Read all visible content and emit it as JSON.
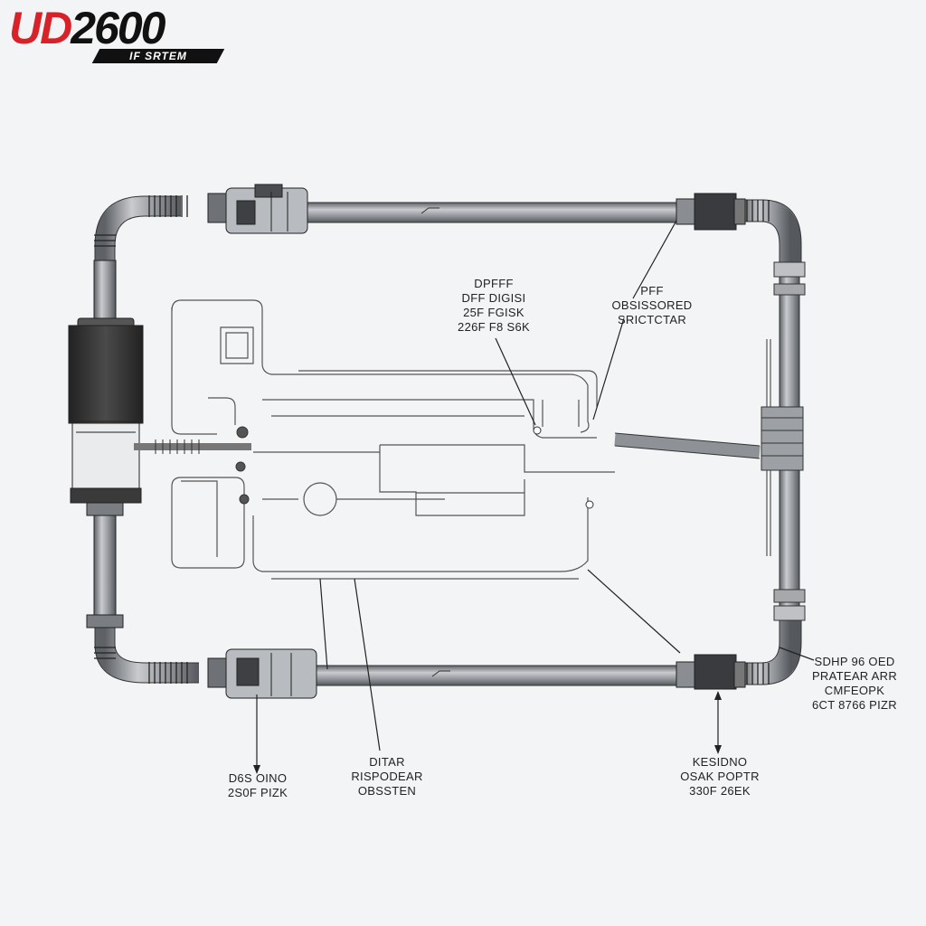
{
  "logo": {
    "main_red": "UD",
    "main_black": "2600",
    "sub": "IF SRTEM"
  },
  "labels": {
    "center": {
      "l1": "DPFFF",
      "l2": "DFF DIGISI",
      "l3": "25F FGISK",
      "l4": "226F F8 S6K"
    },
    "upper_right": {
      "l1": "PFF",
      "l2": "OBSISSORED",
      "l3": "SRICTCTAR"
    },
    "right": {
      "l1": "SDHP 96 OED",
      "l2": "PRATEAR ARR",
      "l3": "CMFEOPK",
      "l4": "6CT 8766 PIZR"
    },
    "bottom_left": {
      "l1": "D6S OINO",
      "l2": "2S0F PIZK"
    },
    "bottom_center": {
      "l1": "DITAR",
      "l2": "RISPODEAR",
      "l3": "OBSSTEN"
    },
    "bottom_right": {
      "l1": "KESIDNO",
      "l2": "OSAK POPTR",
      "l3": "330F 26EK"
    }
  },
  "colors": {
    "logo_red": "#d8222a",
    "pipe": "#8e9196",
    "canister": "#3b3b3b",
    "outline": "#555555"
  }
}
